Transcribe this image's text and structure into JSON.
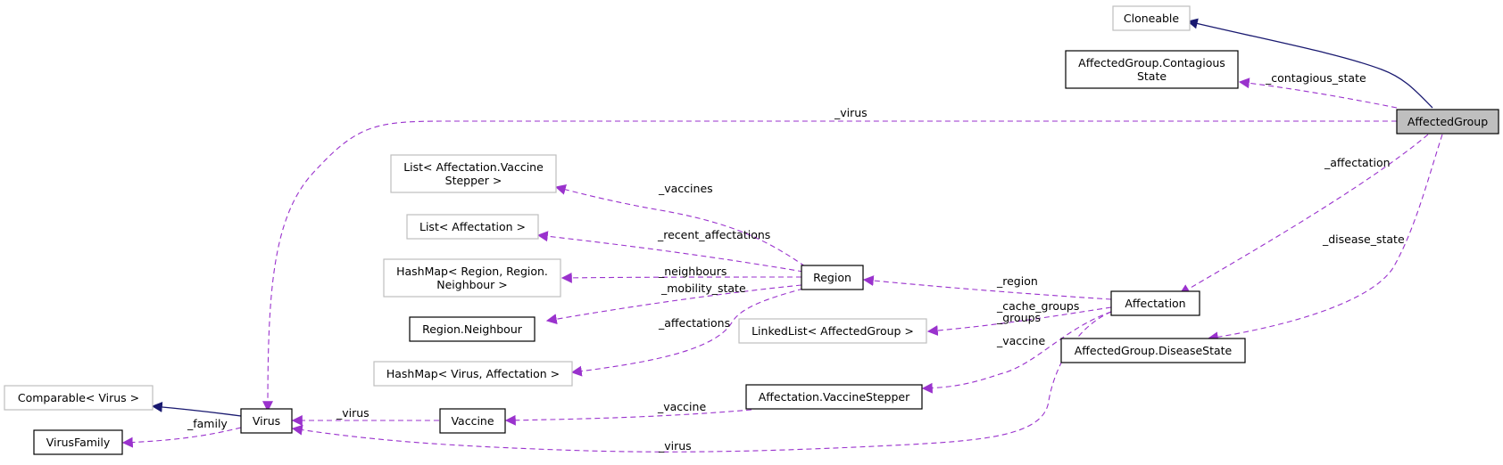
{
  "colors": {
    "inheritance_edge": "#191970",
    "usage_edge": "#9a32cd",
    "highlight_fill": "#bfbfbf",
    "documented_border": "#000000",
    "undocumented_border": "#bfbfbf",
    "background": "#ffffff"
  },
  "nodes": {
    "affectedgroup": {
      "lines": [
        "AffectedGroup"
      ],
      "kind": "highlight"
    },
    "cloneable": {
      "lines": [
        "Cloneable"
      ],
      "kind": "external"
    },
    "contagious": {
      "lines": [
        "AffectedGroup.Contagious",
        "State"
      ],
      "kind": "class"
    },
    "list_stepper": {
      "lines": [
        "List< Affectation.Vaccine",
        "Stepper >"
      ],
      "kind": "external"
    },
    "list_affect": {
      "lines": [
        "List< Affectation >"
      ],
      "kind": "external"
    },
    "hashmap_region": {
      "lines": [
        "HashMap< Region, Region.",
        "Neighbour >"
      ],
      "kind": "external"
    },
    "region_neighbour": {
      "lines": [
        "Region.Neighbour"
      ],
      "kind": "class"
    },
    "hashmap_virus": {
      "lines": [
        "HashMap< Virus, Affectation >"
      ],
      "kind": "external"
    },
    "comparable": {
      "lines": [
        "Comparable< Virus >"
      ],
      "kind": "external"
    },
    "virusfamily": {
      "lines": [
        "VirusFamily"
      ],
      "kind": "class"
    },
    "virus": {
      "lines": [
        "Virus"
      ],
      "kind": "class"
    },
    "vaccine": {
      "lines": [
        "Vaccine"
      ],
      "kind": "class"
    },
    "stepper": {
      "lines": [
        "Affectation.VaccineStepper"
      ],
      "kind": "class"
    },
    "region": {
      "lines": [
        "Region"
      ],
      "kind": "class"
    },
    "linkedlist": {
      "lines": [
        "LinkedList< AffectedGroup >"
      ],
      "kind": "external"
    },
    "affectation": {
      "lines": [
        "Affectation"
      ],
      "kind": "class"
    },
    "diseasestate": {
      "lines": [
        "AffectedGroup.DiseaseState"
      ],
      "kind": "class"
    }
  },
  "edges": {
    "inh_cloneable": {
      "kind": "inheritance",
      "from": "AffectedGroup",
      "to": "Cloneable",
      "label": ""
    },
    "inh_comparable": {
      "kind": "inheritance",
      "from": "Virus",
      "to": "Comparable< Virus >",
      "label": ""
    },
    "contagious_state": {
      "kind": "usage",
      "from": "AffectedGroup",
      "to": "AffectedGroup.Contagious State",
      "label": "_contagious_state"
    },
    "virus_top": {
      "kind": "usage",
      "from": "AffectedGroup",
      "to": "Virus",
      "label": "_virus"
    },
    "affectation": {
      "kind": "usage",
      "from": "AffectedGroup",
      "to": "Affectation",
      "label": "_affectation"
    },
    "disease_state": {
      "kind": "usage",
      "from": "AffectedGroup",
      "to": "AffectedGroup.DiseaseState",
      "label": "_disease_state"
    },
    "vaccines": {
      "kind": "usage",
      "from": "Region",
      "to": "List< Affectation.Vaccine Stepper >",
      "label": "_vaccines"
    },
    "recent_affectations": {
      "kind": "usage",
      "from": "Region",
      "to": "List< Affectation >",
      "label": "_recent_affectations"
    },
    "neighbours": {
      "kind": "usage",
      "from": "Region",
      "to": "HashMap< Region, Region. Neighbour >",
      "label": "_neighbours"
    },
    "mobility_state": {
      "kind": "usage",
      "from": "Region",
      "to": "Region.Neighbour",
      "label": "_mobility_state"
    },
    "affectations": {
      "kind": "usage",
      "from": "Region",
      "to": "HashMap< Virus, Affectation >",
      "label": "_affectations"
    },
    "region": {
      "kind": "usage",
      "from": "Affectation",
      "to": "Region",
      "label": "_region"
    },
    "cache_groups": {
      "kind": "usage",
      "from": "Affectation",
      "to": "LinkedList< AffectedGroup >",
      "label": "_cache_groups",
      "label2": "_groups"
    },
    "vaccine_stepper": {
      "kind": "usage",
      "from": "Affectation",
      "to": "Affectation.VaccineStepper",
      "label": "_vaccine"
    },
    "vaccine_vaccine": {
      "kind": "usage",
      "from": "Affectation.VaccineStepper",
      "to": "Vaccine",
      "label": "_vaccine"
    },
    "virus_vaccine": {
      "kind": "usage",
      "from": "Vaccine",
      "to": "Virus",
      "label": "_virus"
    },
    "virus_bottom": {
      "kind": "usage",
      "from": "Affectation",
      "to": "Virus",
      "label": "_virus"
    },
    "family": {
      "kind": "usage",
      "from": "Virus",
      "to": "VirusFamily",
      "label": "_family"
    }
  }
}
